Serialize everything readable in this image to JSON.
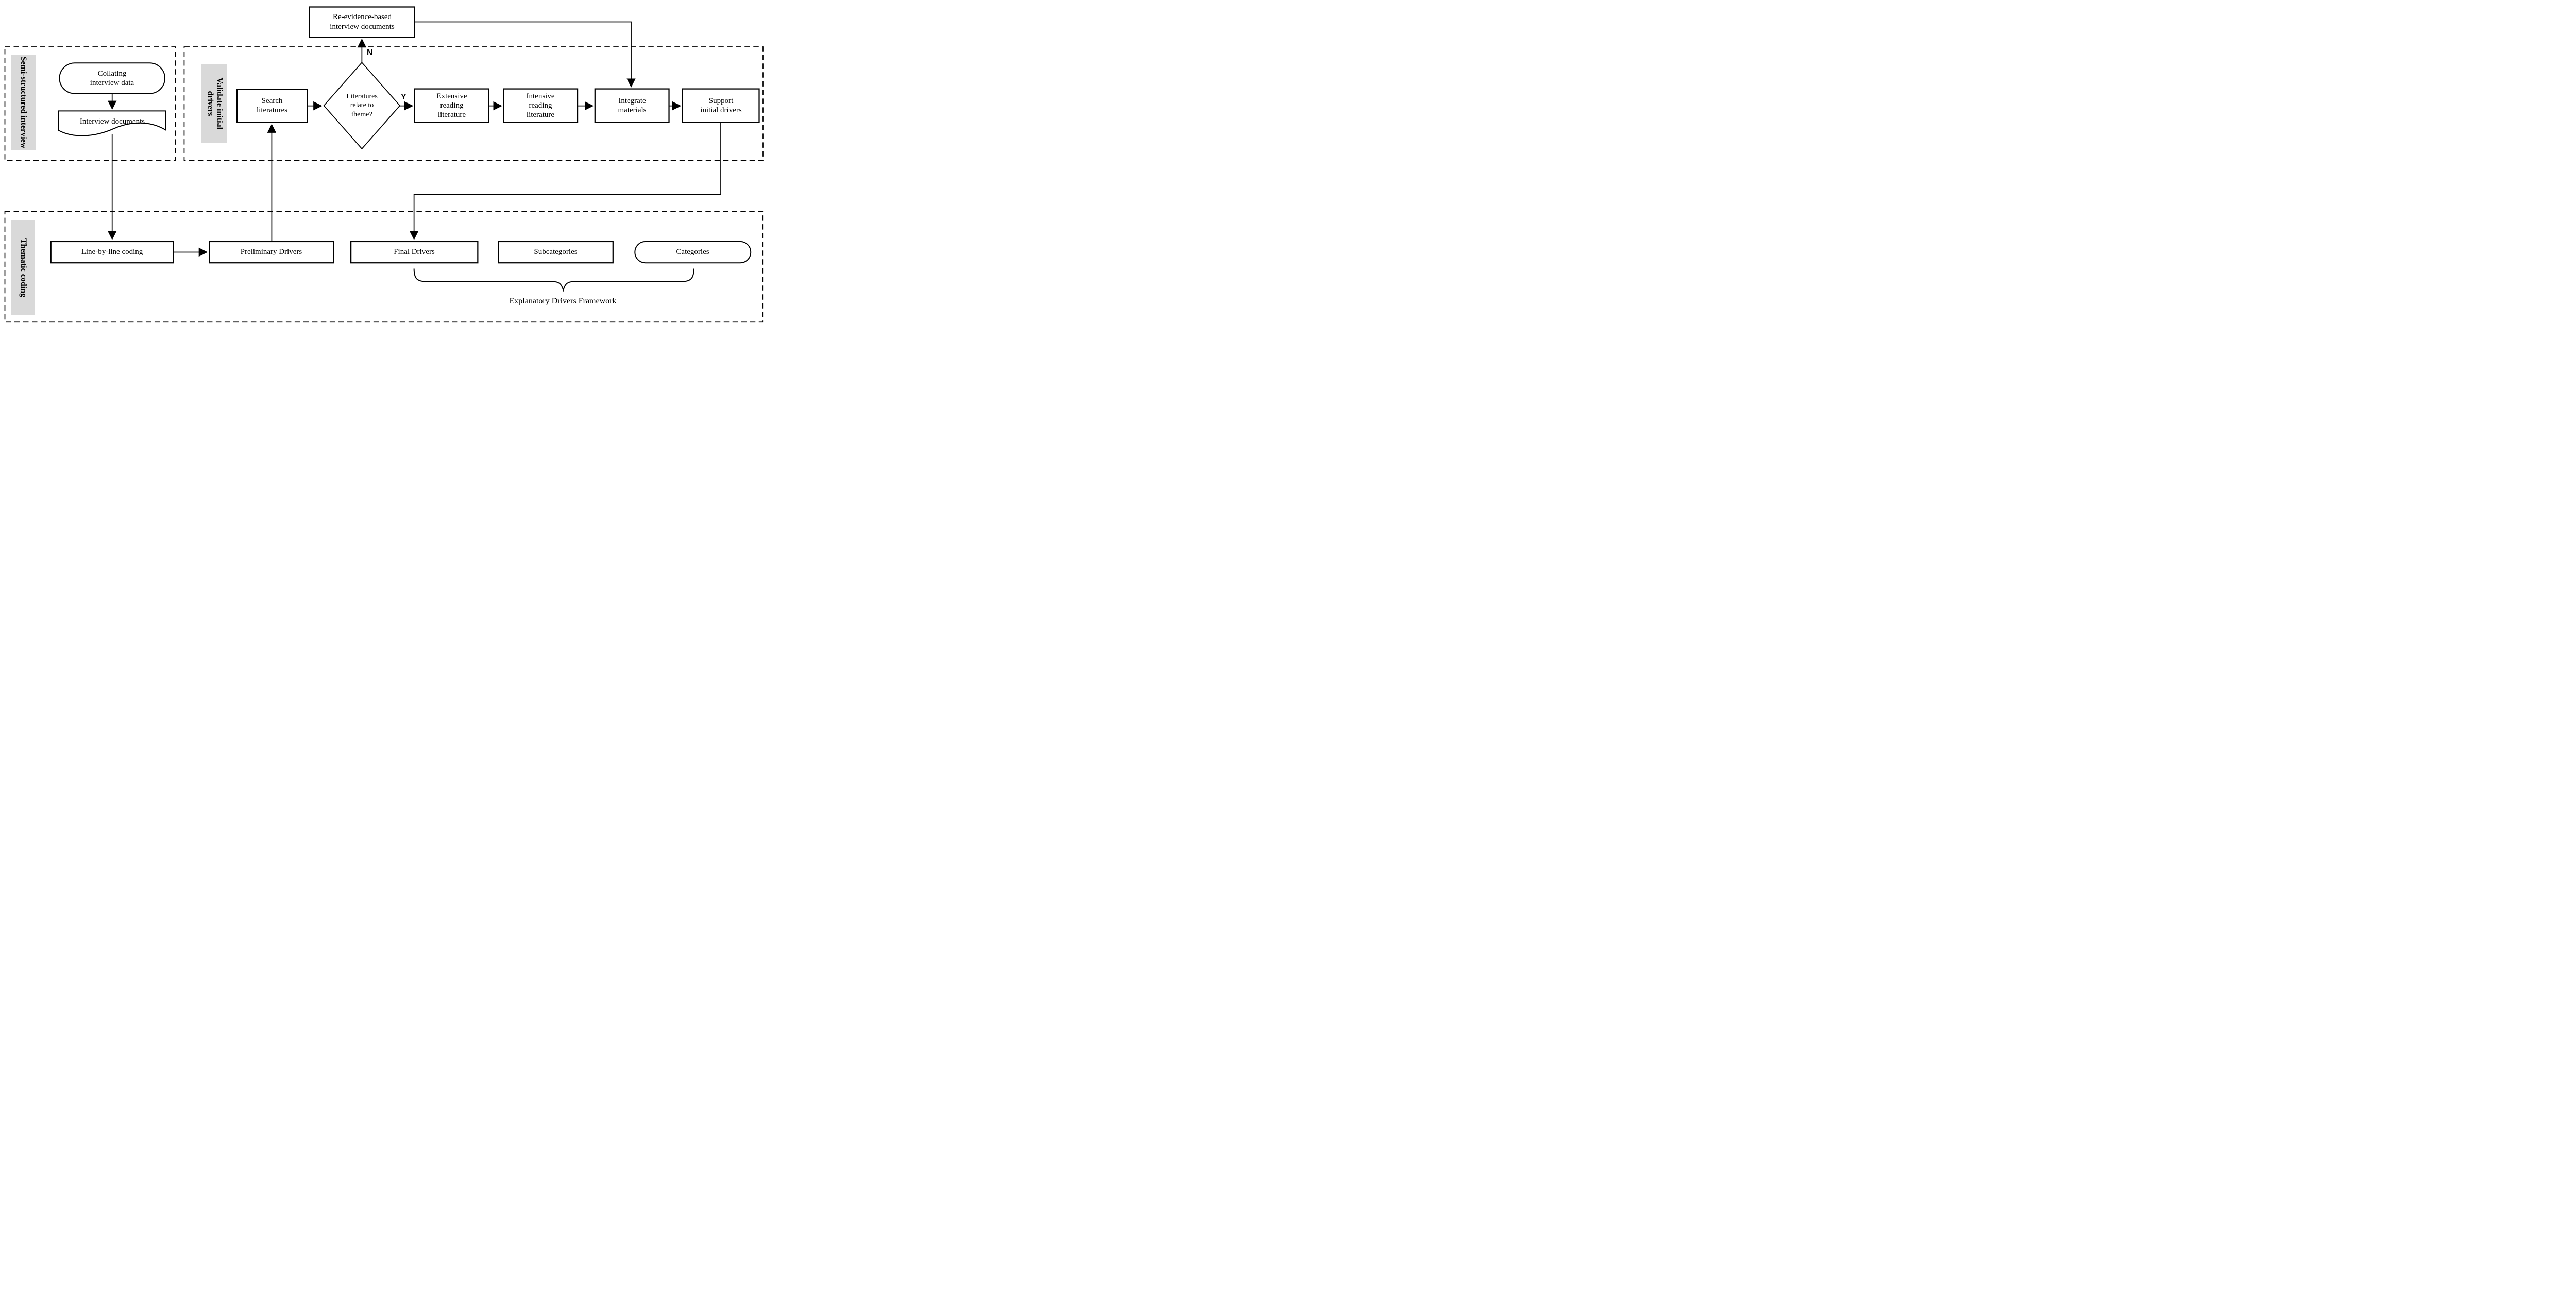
{
  "colors": {
    "line": "#000000",
    "shape_fill": "#ffffff",
    "section_label_bg": "#d9d9d9"
  },
  "sections": {
    "semi": {
      "lines": [
        "Semi-structured",
        "interview"
      ]
    },
    "validate": {
      "lines": [
        "Validate",
        "initial drivers"
      ]
    },
    "thematic": {
      "lines": [
        "Thematic coding"
      ]
    }
  },
  "nodes": {
    "collating": {
      "lines": [
        "Collating",
        "interview data"
      ]
    },
    "interview_documents": {
      "lines": [
        "Interview documents"
      ]
    },
    "reevidence": {
      "lines": [
        "Re-evidence-based",
        "interview documents"
      ]
    },
    "search": {
      "lines": [
        "Search",
        "literatures"
      ]
    },
    "decision": {
      "lines": [
        "Literatures",
        "relate to",
        "theme?"
      ]
    },
    "extensive": {
      "lines": [
        "Extensive",
        "reading",
        "literature"
      ]
    },
    "intensive": {
      "lines": [
        "Intensive",
        "reading",
        "literature"
      ]
    },
    "integrate": {
      "lines": [
        "Integrate",
        "materials"
      ]
    },
    "support": {
      "lines": [
        "Support",
        "initial drivers"
      ]
    },
    "line_by_line": {
      "lines": [
        "Line-by-line coding"
      ]
    },
    "preliminary": {
      "lines": [
        "Preliminary Drivers"
      ]
    },
    "final": {
      "lines": [
        "Final Drivers"
      ]
    },
    "subcategories": {
      "lines": [
        "Subcategories"
      ]
    },
    "categories": {
      "lines": [
        "Categories"
      ]
    }
  },
  "branch_labels": {
    "yes": "Y",
    "no": "N"
  },
  "caption": "Explanatory Drivers Framework"
}
